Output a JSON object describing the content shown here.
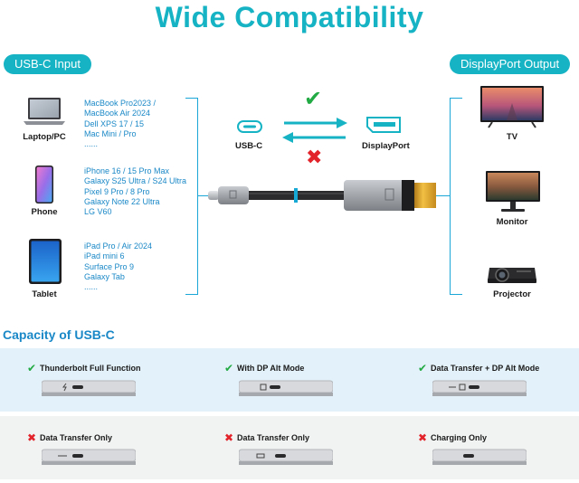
{
  "title": "Wide Compatibility",
  "input_pill": "USB-C Input",
  "output_pill": "DisplayPort Output",
  "devices_in": [
    {
      "label": "Laptop/PC",
      "icon": "laptop-icon",
      "models": [
        "MacBook Pro2023 /",
        "MacBook Air 2024",
        "Dell XPS 17 / 15",
        "Mac Mini / Pro",
        "......"
      ]
    },
    {
      "label": "Phone",
      "icon": "phone-icon",
      "models": [
        "iPhone 16 / 15 Pro Max",
        "Galaxy S25 Ultra / S24 Ultra",
        "Pixel 9 Pro / 8 Pro",
        "Galaxy Note 22 Ultra",
        "LG V60"
      ]
    },
    {
      "label": "Tablet",
      "icon": "tablet-icon",
      "models": [
        "iPad Pro / Air 2024",
        "iPad mini 6",
        "Surface Pro 9",
        "Galaxy Tab",
        "......"
      ]
    }
  ],
  "connector": {
    "source": "USB-C",
    "target": "DisplayPort",
    "target_shown": "DisplayPort"
  },
  "devices_out": [
    {
      "label": "TV",
      "icon": "tv-icon"
    },
    {
      "label": "Monitor",
      "icon": "monitor-icon"
    },
    {
      "label": "Projector",
      "icon": "projector-icon"
    }
  ],
  "capacity_title": "Capacity of USB-C",
  "capacity": [
    {
      "label": "Thunderbolt Full Function",
      "supported": true
    },
    {
      "label": "With DP Alt Mode",
      "supported": true
    },
    {
      "label": "Data Transfer + DP Alt Mode",
      "supported": true
    },
    {
      "label": "Data Transfer Only",
      "supported": false
    },
    {
      "label": "Data Transfer Only",
      "supported": false
    },
    {
      "label": "Charging Only",
      "supported": false
    }
  ],
  "colors": {
    "accent": "#16b3c4",
    "model_text": "#1a88c7",
    "check": "#22aa44",
    "cross": "#e2232a"
  }
}
